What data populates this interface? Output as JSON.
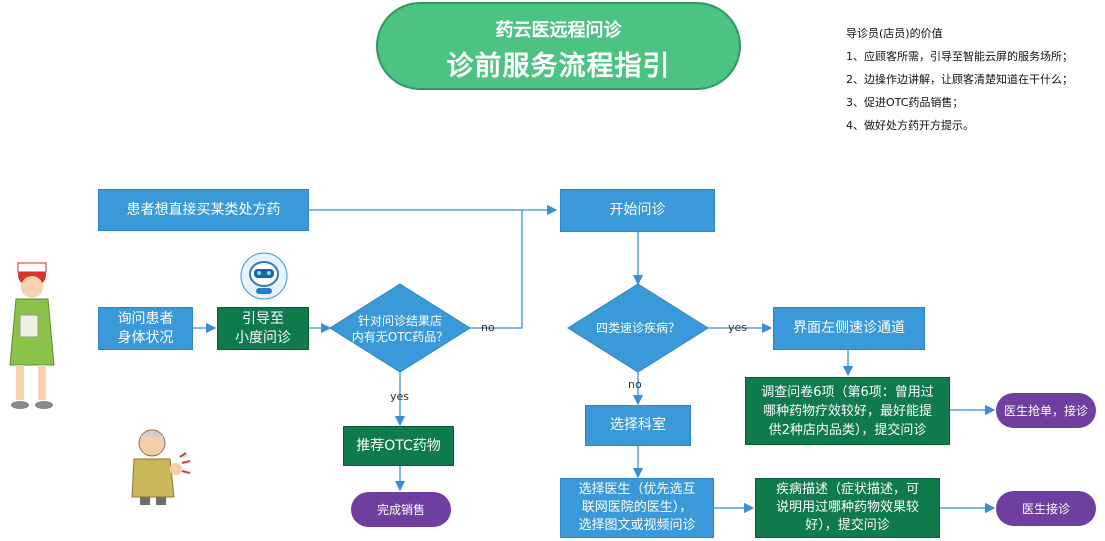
{
  "title": {
    "line1": "药云医远程问诊",
    "line2": "诊前服务流程指引"
  },
  "notes": {
    "heading": "导诊员(店员)的价值",
    "items": [
      "1、应顾客所需，引导至智能云屏的服务场所；",
      "2、边操作边讲解，让顾客清楚知道在干什么；",
      "3、促进OTC药品销售；",
      "4、做好处方药开方提示。"
    ]
  },
  "nodes": {
    "buy_rx": "患者想直接买某类处方药",
    "ask_patient_1": "询问患者",
    "ask_patient_2": "身体状况",
    "guide_1": "引导至",
    "guide_2": "小度问诊",
    "decision_otc_1": "针对问诊结果店",
    "decision_otc_2": "内有无OTC药品？",
    "recommend_otc": "推荐OTC药物",
    "complete_sale": "完成销售",
    "start": "开始问诊",
    "decision_4_1": "四类速诊疾病？",
    "fast_channel": "界面左侧速诊通道",
    "questionnaire_1": "调查问卷6项（第6项：曾用过",
    "questionnaire_2": "哪种药物疗效较好，最好能提",
    "questionnaire_3": "供2种店内品类），提交问诊",
    "doctor_grab": "医生抢单，接诊",
    "select_dept": "选择科室",
    "select_doctor_1": "选择医生（优先选互",
    "select_doctor_2": "联网医院的医生），",
    "select_doctor_3": "选择图文或视频问诊",
    "describe_1": "疾病描述（症状描述，可",
    "describe_2": "说明用过哪种药物效果较",
    "describe_3": "好），提交问诊",
    "doctor_accept": "医生接诊"
  },
  "labels": {
    "no1": "no",
    "yes1": "yes",
    "no2": "no",
    "yes2": "yes"
  },
  "colors": {
    "title_green": "#4cc383",
    "box_blue": "#3a9ad9",
    "box_green": "#0f7a4b",
    "diamond_blue": "#3a9ad9",
    "pill_purple": "#6f3fa0",
    "line": "#3b8ed3"
  },
  "icons": [
    "nurse-illustration",
    "robot-logo",
    "sick-elder-illustration"
  ]
}
